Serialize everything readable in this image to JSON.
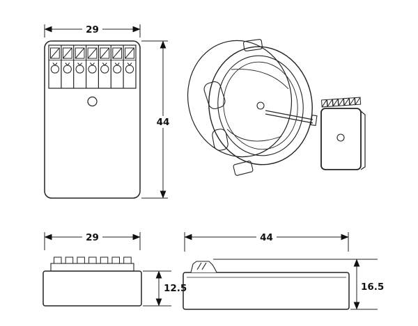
{
  "views": {
    "front": {
      "width": "29",
      "height": "44"
    },
    "end": {
      "width": "29",
      "height": "12.5"
    },
    "side": {
      "width": "44",
      "height": "16.5"
    }
  },
  "colors": {
    "line": "#222222",
    "background": "#ffffff"
  }
}
